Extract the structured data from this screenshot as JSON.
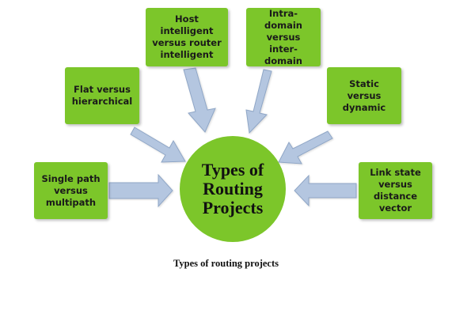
{
  "center": {
    "label": "Types of\nRouting\nProjects"
  },
  "nodes": [
    {
      "id": "single-path",
      "label": "Single path\nversus\nmultipath"
    },
    {
      "id": "flat",
      "label": "Flat versus\nhierarchical"
    },
    {
      "id": "host",
      "label": "Host\nintelligent\nversus router\nintelligent"
    },
    {
      "id": "intra-domain",
      "label": "Intra-domain\nversus inter-\ndomain"
    },
    {
      "id": "static",
      "label": "Static versus\ndynamic"
    },
    {
      "id": "link-state",
      "label": "Link state\nversus\ndistance\nvector"
    }
  ],
  "caption": "Types of routing projects",
  "colors": {
    "node": "#7cc62a",
    "arrow": "#b4c6e0",
    "arrow_edge": "#8fa6c6"
  }
}
